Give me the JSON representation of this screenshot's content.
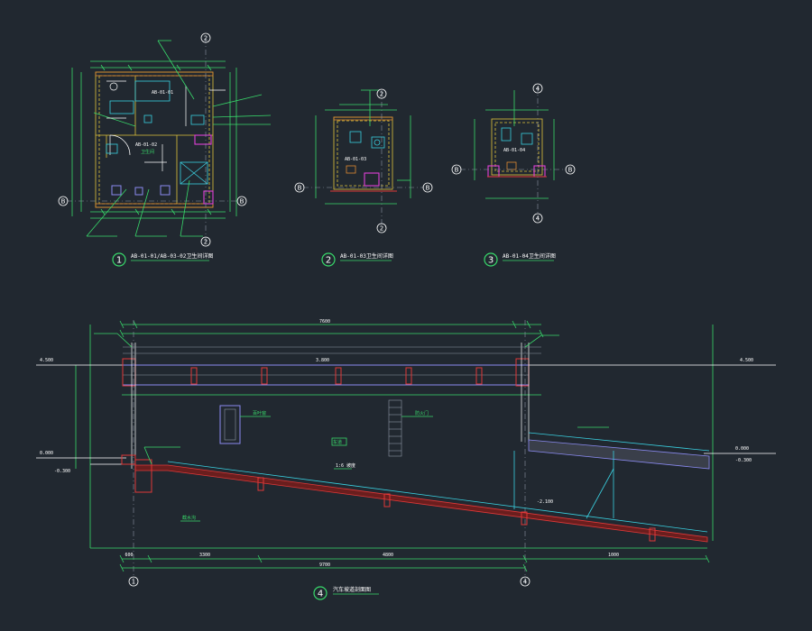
{
  "drawing_titles": [
    {
      "number": "1",
      "title": "AB-01-01/AB-03-02卫生间详图"
    },
    {
      "number": "2",
      "title": "AB-01-03卫生间详图"
    },
    {
      "number": "3",
      "title": "AB-01-04卫生间详图"
    },
    {
      "number": "4",
      "title": "汽车坡道剖面图"
    }
  ],
  "axis_labels": {
    "axis_2": "2",
    "axis_4": "4",
    "axis_B": "B",
    "axis_1": "1"
  },
  "plan1": {
    "room_tag_1": "AB-01-01",
    "room_tag_2": "AB-01-02",
    "room_name": "卫生间"
  },
  "plan2": {
    "room_tag": "AB-01-03"
  },
  "plan3": {
    "room_tag": "AB-01-04"
  },
  "section": {
    "dims_top_total": "7600",
    "level_left_top": "4.500",
    "level_right_top": "4.500",
    "level_mid": "3.800",
    "level_left_ground": "0.000",
    "level_left_low": "-0.300",
    "level_ramp_mid": "-2.100",
    "level_right_ground": "0.000",
    "level_right_low": "-0.300",
    "dims_bottom_total": "9700",
    "dim_b1": "600",
    "dim_b2": "3300",
    "dim_b3": "4800",
    "dim_b4": "1000",
    "note_ramp": "1:6",
    "slope": "坡度",
    "label_room": "车道",
    "label_door": "防火门",
    "label_window": "百叶窗",
    "label_drain": "截水沟"
  }
}
